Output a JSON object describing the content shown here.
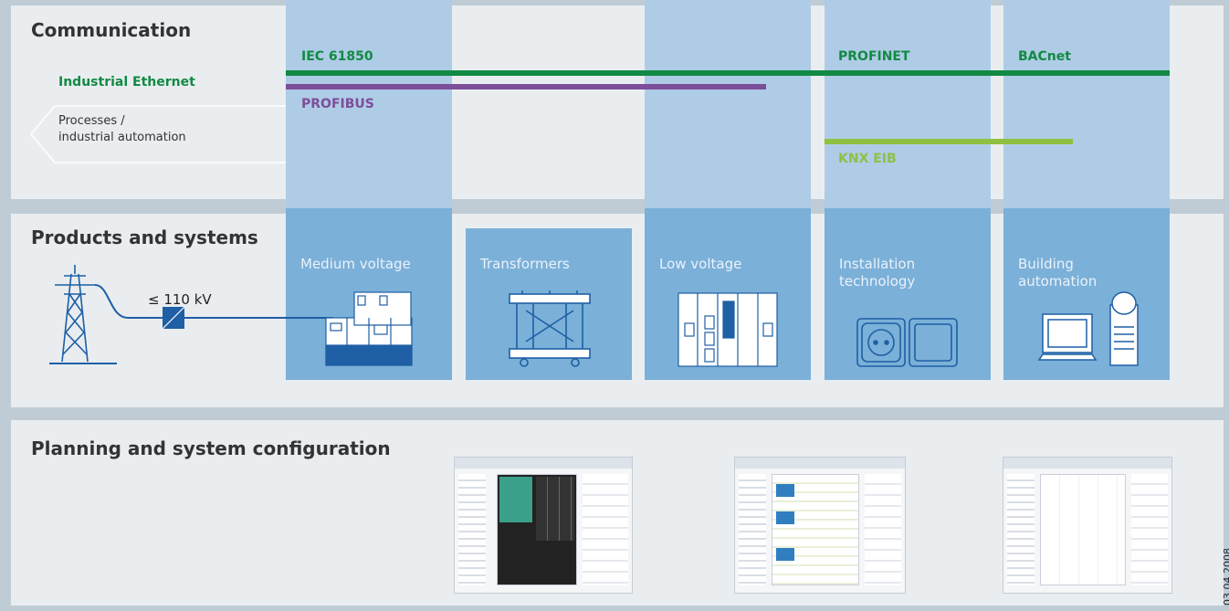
{
  "sections": {
    "communication": "Communication",
    "products": "Products and systems",
    "planning": "Planning and system configuration"
  },
  "buses": {
    "iec": "IEC 61850",
    "industrial_ethernet": "Industrial Ethernet",
    "profibus": "PROFIBUS",
    "profinet": "PROFINET",
    "bacnet": "BACnet",
    "knx": "KNX EIB"
  },
  "processes_label": "Processes /\nindustrial automation",
  "voltage_label": "≤ 110 kV",
  "columns": {
    "medium": "Medium voltage",
    "transformers": "Transformers",
    "low": "Low voltage",
    "installation": "Installation\ntechnology",
    "building": "Building\nautomation"
  },
  "date": "03.04.2008",
  "colors": {
    "ethernet": "#128a43",
    "profibus": "#7c4e9a",
    "knx": "#8fc042",
    "column_light": "#aecce6",
    "column_dark": "#7bb0d8",
    "symbol": "#1e5fa5"
  }
}
